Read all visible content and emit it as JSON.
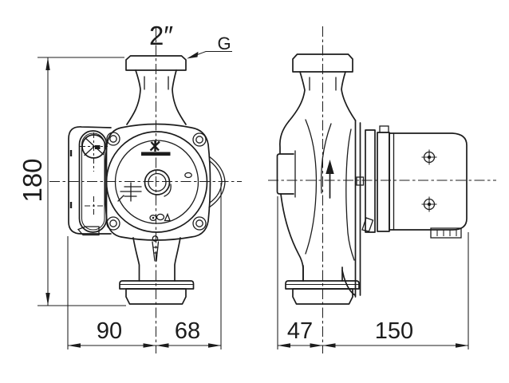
{
  "drawing": {
    "port_label": "2″",
    "thread_label": "G",
    "dim_height": "180",
    "dim_front_left": "90",
    "dim_front_right": "68",
    "dim_side_front": "47",
    "dim_side_back": "150"
  },
  "icons": {
    "logo": "grundfos-logo-mark",
    "flow_arrow": "flow-direction-up-arrow",
    "motor_screws": "cross-slot-screw",
    "speed_knob": "selector-knob",
    "vent_mark": "vent-symbol"
  },
  "colors": {
    "line": "#1c1c1c",
    "background": "#ffffff"
  }
}
